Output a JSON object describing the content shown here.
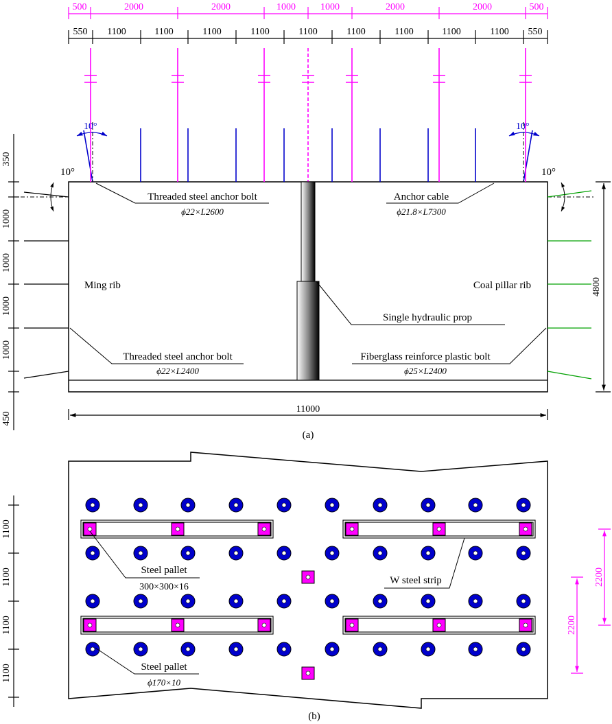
{
  "colors": {
    "pink": "#ff00ff",
    "blue": "#0000cc",
    "green": "#00a000",
    "black": "#000000"
  },
  "top_pink_dims": [
    "500",
    "2000",
    "2000",
    "1000",
    "1000",
    "2000",
    "2000",
    "500"
  ],
  "top_black_dims": [
    "550",
    "1100",
    "1100",
    "1100",
    "1100",
    "1100",
    "1100",
    "1100",
    "1100",
    "1100",
    "550"
  ],
  "left_dims_a": [
    "350",
    "1000",
    "1000",
    "1000",
    "1000",
    "450"
  ],
  "angle_label": "10°",
  "labels_a": {
    "top_left_title": "Threaded steel anchor bolt",
    "top_left_spec": "ϕ22×L2600",
    "top_right_title": "Anchor cable",
    "top_right_spec": "ϕ21.8×L7300",
    "left_rib": "Ming rib",
    "right_rib": "Coal pillar rib",
    "prop": "Single hydraulic prop",
    "bottom_left_title": "Threaded steel anchor bolt",
    "bottom_left_spec": "ϕ22×L2400",
    "bottom_right_title": "Fiberglass reinforce plastic bolt",
    "bottom_right_spec": "ϕ25×L2400",
    "height_dim": "4800",
    "width_dim": "11000",
    "caption": "(a)"
  },
  "labels_b": {
    "pallet_sq_title": "Steel pallet",
    "pallet_sq_spec": "300×300×16",
    "strip": "W steel strip",
    "pallet_round_title": "Steel pallet",
    "pallet_round_spec": "ϕ170×10",
    "left_dims": [
      "1100",
      "1100",
      "1100",
      "1100"
    ],
    "right_dim_upper": "2200",
    "right_dim_lower": "2200",
    "caption": "(b)"
  }
}
